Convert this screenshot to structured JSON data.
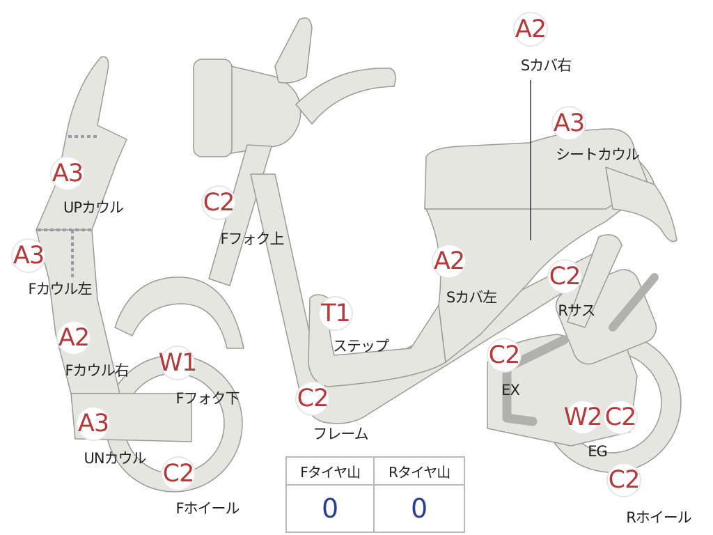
{
  "colors": {
    "part_fill": "#e6e6e1",
    "part_stroke": "#9a9a96",
    "badge_text": "#b23a3a",
    "value_text": "#2c3f8f"
  },
  "parts": {
    "s_cover_right": {
      "grade": "A2",
      "name": "Sカバ右"
    },
    "seat_cowl": {
      "grade": "A3",
      "name": "シートカウル"
    },
    "up_cowl": {
      "grade": "A3",
      "name": "UPカウル"
    },
    "f_cowl_left": {
      "grade": "A3",
      "name": "Fカウル左"
    },
    "f_cowl_right": {
      "grade": "A2",
      "name": "Fカウル右"
    },
    "un_cowl": {
      "grade": "A3",
      "name": "UNカウル"
    },
    "f_fork_upper": {
      "grade": "C2",
      "name": "Fフォク上"
    },
    "f_fork_lower": {
      "grade": "W1",
      "name": "Fフォク下"
    },
    "f_wheel": {
      "grade": "C2",
      "name": "Fホイール"
    },
    "step": {
      "grade": "T1",
      "name": "ステップ"
    },
    "s_cover_left": {
      "grade": "A2",
      "name": "Sカバ左"
    },
    "frame": {
      "grade": "C2",
      "name": "フレーム"
    },
    "r_sus": {
      "grade": "C2",
      "name": "Rサス"
    },
    "ex": {
      "grade": "C2",
      "name": "EX"
    },
    "eg": {
      "grade_1": "W2",
      "grade_2": "C2",
      "name": "EG"
    },
    "r_wheel": {
      "grade": "C2",
      "name": "Rホイール"
    }
  },
  "tire_table": {
    "headers": [
      "Fタイヤ山",
      "Rタイヤ山"
    ],
    "values": [
      "0",
      "0"
    ]
  }
}
